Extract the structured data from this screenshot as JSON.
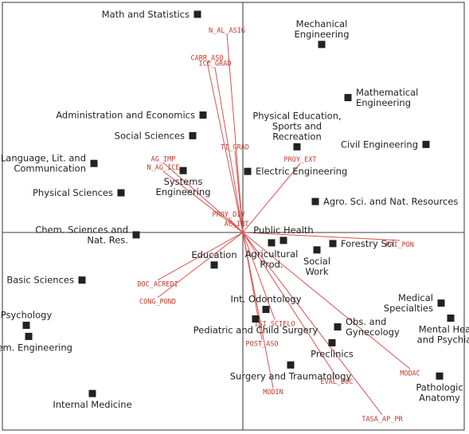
{
  "chart_data": {
    "type": "scatter",
    "title": "",
    "xlabel": "",
    "ylabel": "",
    "grid": false,
    "xlim": [
      -302,
      278
    ],
    "ylim": [
      -249,
      290
    ],
    "origin_lines": true,
    "colors": {
      "points": "#222222",
      "vectors": "#d9534f",
      "vector_labels": "#c0392b",
      "frame": "#555555"
    },
    "points": [
      {
        "name": "Math and Statistics",
        "x": -57,
        "y": 275,
        "label_pos": "left"
      },
      {
        "name": "Mechanical\nEngineering",
        "x": 99,
        "y": 237,
        "label_pos": "above"
      },
      {
        "name": "Mathematical\nEngineering",
        "x": 132,
        "y": 170,
        "label_pos": "right"
      },
      {
        "name": "Administration and Economics",
        "x": -50,
        "y": 148,
        "label_pos": "left"
      },
      {
        "name": "Physical Education,\nSports and\nRecreation",
        "x": 68,
        "y": 108,
        "label_pos": "above"
      },
      {
        "name": "Social Sciences",
        "x": -63,
        "y": 122,
        "label_pos": "left"
      },
      {
        "name": "Civil Engineering",
        "x": 230,
        "y": 111,
        "label_pos": "left"
      },
      {
        "name": "Language, Lit. and\nCommunication",
        "x": -187,
        "y": 87,
        "label_pos": "left"
      },
      {
        "name": "Systems\nEngineering",
        "x": -75,
        "y": 78,
        "label_pos": "below"
      },
      {
        "name": "Electric Engineering",
        "x": 6,
        "y": 77,
        "label_pos": "right"
      },
      {
        "name": "Physical Sciences",
        "x": -153,
        "y": 50,
        "label_pos": "left"
      },
      {
        "name": "Agro. Sci. and Nat. Resources",
        "x": 91,
        "y": 39,
        "label_pos": "right"
      },
      {
        "name": "Chem. Sciences and\nNat. Res.",
        "x": -134,
        "y": -3,
        "label_pos": "left"
      },
      {
        "name": "Public Health",
        "x": 51,
        "y": -10,
        "label_pos": "above"
      },
      {
        "name": "Agricultural\nProd.",
        "x": 36,
        "y": -13,
        "label_pos": "below"
      },
      {
        "name": "Forestry Sci.",
        "x": 113,
        "y": -14,
        "label_pos": "right"
      },
      {
        "name": "Social\nWork",
        "x": 93,
        "y": -22,
        "label_pos": "below"
      },
      {
        "name": "Education",
        "x": -36,
        "y": -41,
        "label_pos": "above"
      },
      {
        "name": "Basic Sciences",
        "x": -202,
        "y": -60,
        "label_pos": "left"
      },
      {
        "name": "Medical\nSpecialties",
        "x": 249,
        "y": -89,
        "label_pos": "left"
      },
      {
        "name": "Int. Odontology",
        "x": 29,
        "y": -97,
        "label_pos": "above"
      },
      {
        "name": "Mental Health\nand Psychiatry",
        "x": 261,
        "y": -108,
        "label_pos": "below"
      },
      {
        "name": "Psychology",
        "x": -272,
        "y": -117,
        "label_pos": "above"
      },
      {
        "name": "Pediatric and Child Surgery",
        "x": 16,
        "y": -109,
        "label_pos": "below"
      },
      {
        "name": "Obs. and\nGynecology",
        "x": 119,
        "y": -119,
        "label_pos": "right"
      },
      {
        "name": "Chem. Engineering",
        "x": -269,
        "y": -131,
        "label_pos": "below"
      },
      {
        "name": "Preclinics",
        "x": 112,
        "y": -139,
        "label_pos": "below"
      },
      {
        "name": "Surgery and Traumatology",
        "x": 60,
        "y": -167,
        "label_pos": "below"
      },
      {
        "name": "Pathologic\nAnatomy",
        "x": 247,
        "y": -181,
        "label_pos": "below"
      },
      {
        "name": "Internal Medicine",
        "x": -189,
        "y": -203,
        "label_pos": "below"
      }
    ],
    "vectors": [
      {
        "name": "N_AL_ASIG",
        "x": -20,
        "y": 250
      },
      {
        "name": "CARR_ASO",
        "x": -45,
        "y": 215
      },
      {
        "name": "ICE_GRAD",
        "x": -35,
        "y": 208
      },
      {
        "name": "TI_GRAD",
        "x": -10,
        "y": 103
      },
      {
        "name": "PROY_EXT",
        "x": 72,
        "y": 87
      },
      {
        "name": "AG_IMP",
        "x": -100,
        "y": 88
      },
      {
        "name": "N_AG_ICE",
        "x": -100,
        "y": 77
      },
      {
        "name": "PROY_DIV",
        "x": -18,
        "y": 18
      },
      {
        "name": "AC_INT",
        "x": -8,
        "y": 6
      },
      {
        "name": "PAT_PON",
        "x": 197,
        "y": -10
      },
      {
        "name": "DOC_ACREDI",
        "x": -107,
        "y": -60
      },
      {
        "name": "CONG_POND",
        "x": -107,
        "y": -82
      },
      {
        "name": "ISI_SCIELO",
        "x": 40,
        "y": -110
      },
      {
        "name": "POST_ASO",
        "x": 24,
        "y": -135
      },
      {
        "name": "MODAC",
        "x": 210,
        "y": -172
      },
      {
        "name": "EVAL_DOC",
        "x": 118,
        "y": -183
      },
      {
        "name": "MODIN",
        "x": 38,
        "y": -196
      },
      {
        "name": "TASA_AP_PR",
        "x": 175,
        "y": -230
      }
    ]
  }
}
